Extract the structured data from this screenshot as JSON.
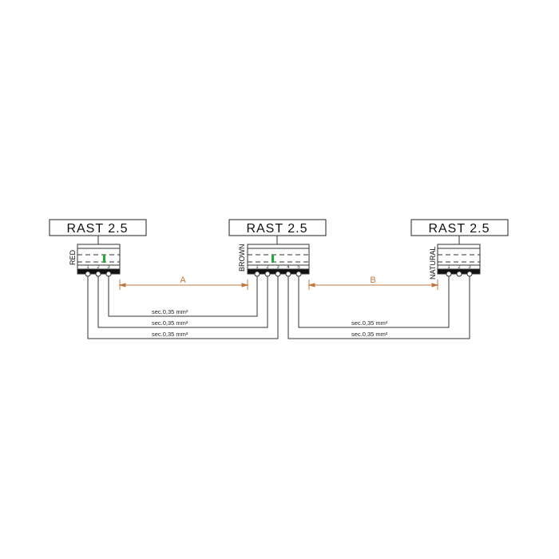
{
  "connectors": [
    {
      "title": "RAST 2.5",
      "color_label": "RED",
      "pins": [
        "1",
        "2",
        "3"
      ]
    },
    {
      "title": "RAST 2.5",
      "color_label": "BROWN",
      "pins": [
        "1",
        "2",
        "3",
        "4",
        "5"
      ]
    },
    {
      "title": "RAST 2.5",
      "color_label": "NATURAL",
      "pins": [
        "1",
        "2",
        "3"
      ]
    }
  ],
  "dimensions": {
    "a": "A",
    "b": "B"
  },
  "wires": {
    "left": [
      "sec.0,35 mm²",
      "sec.0,35 mm²",
      "sec.0,35 mm²"
    ],
    "right": [
      "sec.0,35 mm²",
      "sec.0,35 mm²"
    ]
  },
  "colors": {
    "line": "#333333",
    "dimension": "#c07840",
    "key": "#22aa33"
  }
}
